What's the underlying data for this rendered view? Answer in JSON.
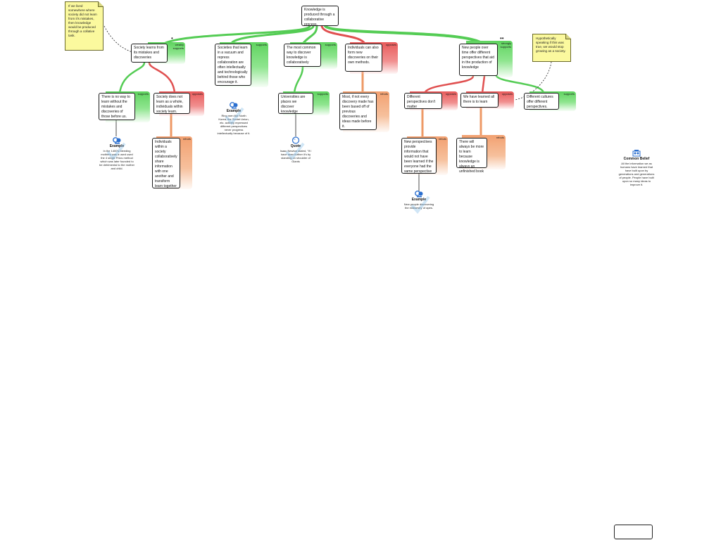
{
  "root": {
    "text": "Knowledge is produced through a collaborative process."
  },
  "notes": [
    {
      "id": "note-left",
      "text": "If we lived somewhere where society did not learn from it's mistakes, then knowledge would be produced through a collative task."
    },
    {
      "id": "note-right",
      "text": "Hypothetically speaking if this was true, we would stop growing as a society."
    }
  ],
  "claims": [
    {
      "id": "c1",
      "text": "Society learns from its mistakes and discoveries",
      "relation": "weakly supports",
      "color": "green"
    },
    {
      "id": "c2",
      "text": "Societies that learn in a vacuum and repress collaboration are often intellectually and technologically behind those who encourage it.",
      "relation": "supports",
      "color": "green"
    },
    {
      "id": "c3",
      "text": "The most common way to discover knowledge is collaboratively",
      "relation": "supports",
      "color": "green"
    },
    {
      "id": "c4",
      "text": "Individuals can also form new discoveries on their own methods.",
      "relation": "opposes",
      "color": "red"
    },
    {
      "id": "c5",
      "text": "New people over time offer different perspectives that aid in the production of knowledge",
      "relation": "strongly supports",
      "color": "green"
    },
    {
      "id": "c6",
      "text": "There is no way to learn without the mistakes and discoveries of those before us.",
      "relation": "supports",
      "color": "green"
    },
    {
      "id": "c7",
      "text": "Society does not learn as a whole, individuals within society learn.",
      "relation": "opposes",
      "color": "red"
    },
    {
      "id": "c8",
      "text": "Individuals within a society collaboratively share information with one another and transform learn together",
      "relation": "rebuts",
      "color": "orange"
    },
    {
      "id": "c9",
      "text": "Universities are places we discover knowledge",
      "relation": "supports",
      "color": "green"
    },
    {
      "id": "c10",
      "text": "Most, if not every discovery made has been based off of previous discoveries and ideas made before it.",
      "relation": "rebuts",
      "color": "orange"
    },
    {
      "id": "c11",
      "text": "Different perspectives don't matter",
      "relation": "opposes",
      "color": "red"
    },
    {
      "id": "c12",
      "text": "We have learned all there is to learn",
      "relation": "opposes",
      "color": "red"
    },
    {
      "id": "c13",
      "text": "Different cultures offer different perspectives.",
      "relation": "supports",
      "color": "green"
    },
    {
      "id": "c14",
      "text": "New perspectives provide information that would not have been learned if the everyone had the same perspective",
      "relation": "rebuts",
      "color": "orange"
    },
    {
      "id": "c15",
      "text": "There will always be more to learn because knowledge is always an unfinished book",
      "relation": "rebuts",
      "color": "orange"
    }
  ],
  "evidence": [
    {
      "id": "e1",
      "kind": "Example",
      "text": "In the 1400's bleeding mothers was a used used the 4 single Fhics method which was later founded to be detrimental to the mother and child."
    },
    {
      "id": "e2",
      "kind": "Example",
      "text": "Ring men like North Korea, the Soviet Union, etc. actively repressed different perspectives never progress intellectually because of it."
    },
    {
      "id": "e3",
      "kind": "Quote",
      "text": "Isaac Newton stated, \"If I have seen further it's by standing on shoulder of Giants"
    },
    {
      "id": "e4",
      "kind": "Example",
      "text": "New people discovering the midwestry of apes."
    },
    {
      "id": "e5",
      "kind": "Common Belief",
      "text": "All the information we as humans have learned that have built upon by generations and generations of people. People have built upon so many ideas to improve it."
    }
  ],
  "colors": {
    "supports": "#4cc94c",
    "opposes": "#e04848",
    "rebuts": "#ee9966",
    "note": "#fbf99e"
  }
}
